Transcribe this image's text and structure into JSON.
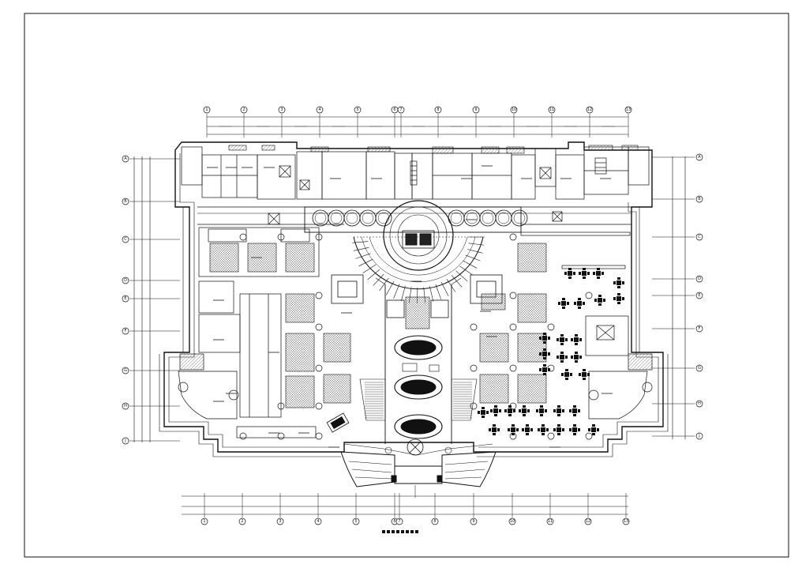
{
  "colors": {
    "ink": "#111111",
    "hatch": "#555555",
    "paper": "#ffffff"
  },
  "drawing": {
    "title_text": "",
    "columns_top": [
      "1",
      "2",
      "3",
      "4",
      "5",
      "6",
      "7",
      "8",
      "9",
      "10",
      "11",
      "12",
      "13"
    ],
    "columns_bottom": [
      "1",
      "2",
      "3",
      "4",
      "5",
      "6",
      "7",
      "8",
      "9",
      "10",
      "11",
      "12",
      "13"
    ],
    "rows_left": [
      "A",
      "B",
      "C",
      "D",
      "E",
      "F",
      "G",
      "H",
      "J"
    ],
    "rows_right": [
      "A",
      "B",
      "C",
      "D",
      "E",
      "F",
      "G",
      "H",
      "J"
    ]
  }
}
